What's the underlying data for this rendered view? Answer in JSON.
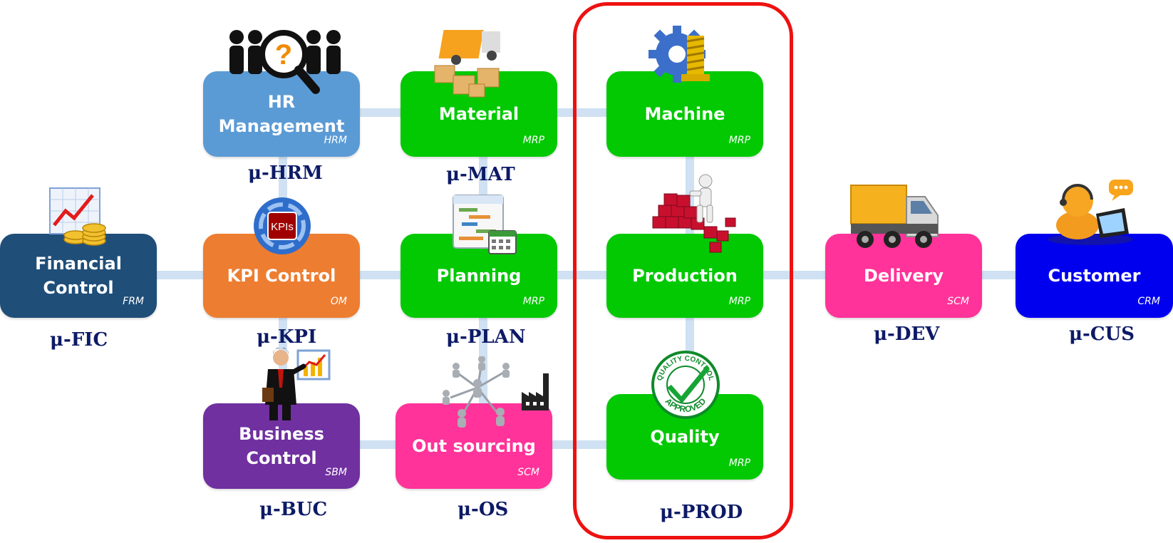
{
  "colors": {
    "green": "#02c902",
    "blue_light": "#5b9bd5",
    "navy": "#1f4e79",
    "orange": "#ed7d31",
    "purple": "#7030a0",
    "pink": "#ff3399",
    "blue": "#0000ee",
    "frame_red": "#ee1111",
    "label_navy": "#0d1a66",
    "connector": "#cfe1f2"
  },
  "boxes": {
    "financial": {
      "title": "Financial\nControl",
      "code": "FRM",
      "module": "μ-FIC"
    },
    "hr": {
      "title": "HR\nManagement",
      "code": "HRM",
      "module": "μ-HRM"
    },
    "kpi": {
      "title": "KPI Control",
      "code": "OM",
      "module": "μ-KPI"
    },
    "business": {
      "title": "Business\nControl",
      "code": "SBM",
      "module": "μ-BUC"
    },
    "material": {
      "title": "Material",
      "code": "MRP",
      "module": "μ-MAT"
    },
    "planning": {
      "title": "Planning",
      "code": "MRP",
      "module": "μ-PLAN"
    },
    "outsourcing": {
      "title": "Out sourcing",
      "code": "SCM",
      "module": "μ-OS"
    },
    "machine": {
      "title": "Machine",
      "code": "MRP"
    },
    "production": {
      "title": "Production",
      "code": "MRP"
    },
    "quality": {
      "title": "Quality",
      "code": "MRP"
    },
    "delivery": {
      "title": "Delivery",
      "code": "SCM",
      "module": "μ-DEV"
    },
    "customer": {
      "title": "Customer",
      "code": "CRM",
      "module": "μ-CUS"
    }
  },
  "prod_module": "μ-PROD",
  "kpi_icon_text": "KPIs",
  "quality_seal": {
    "top": "QUALITY CONTROL",
    "bottom": "APPROVED"
  },
  "icons": {
    "hr": "people-search-icon",
    "material": "truck-boxes-icon",
    "machine": "gear-screw-icon",
    "financial": "chart-coins-icon",
    "kpi": "kpi-cycle-icon",
    "planning": "planning-calendar-icon",
    "production": "builder-blocks-icon",
    "delivery": "delivery-truck-icon",
    "customer": "customer-support-icon",
    "business": "businessman-chart-icon",
    "outsourcing": "network-factory-icon",
    "quality": "quality-approved-seal-icon"
  }
}
